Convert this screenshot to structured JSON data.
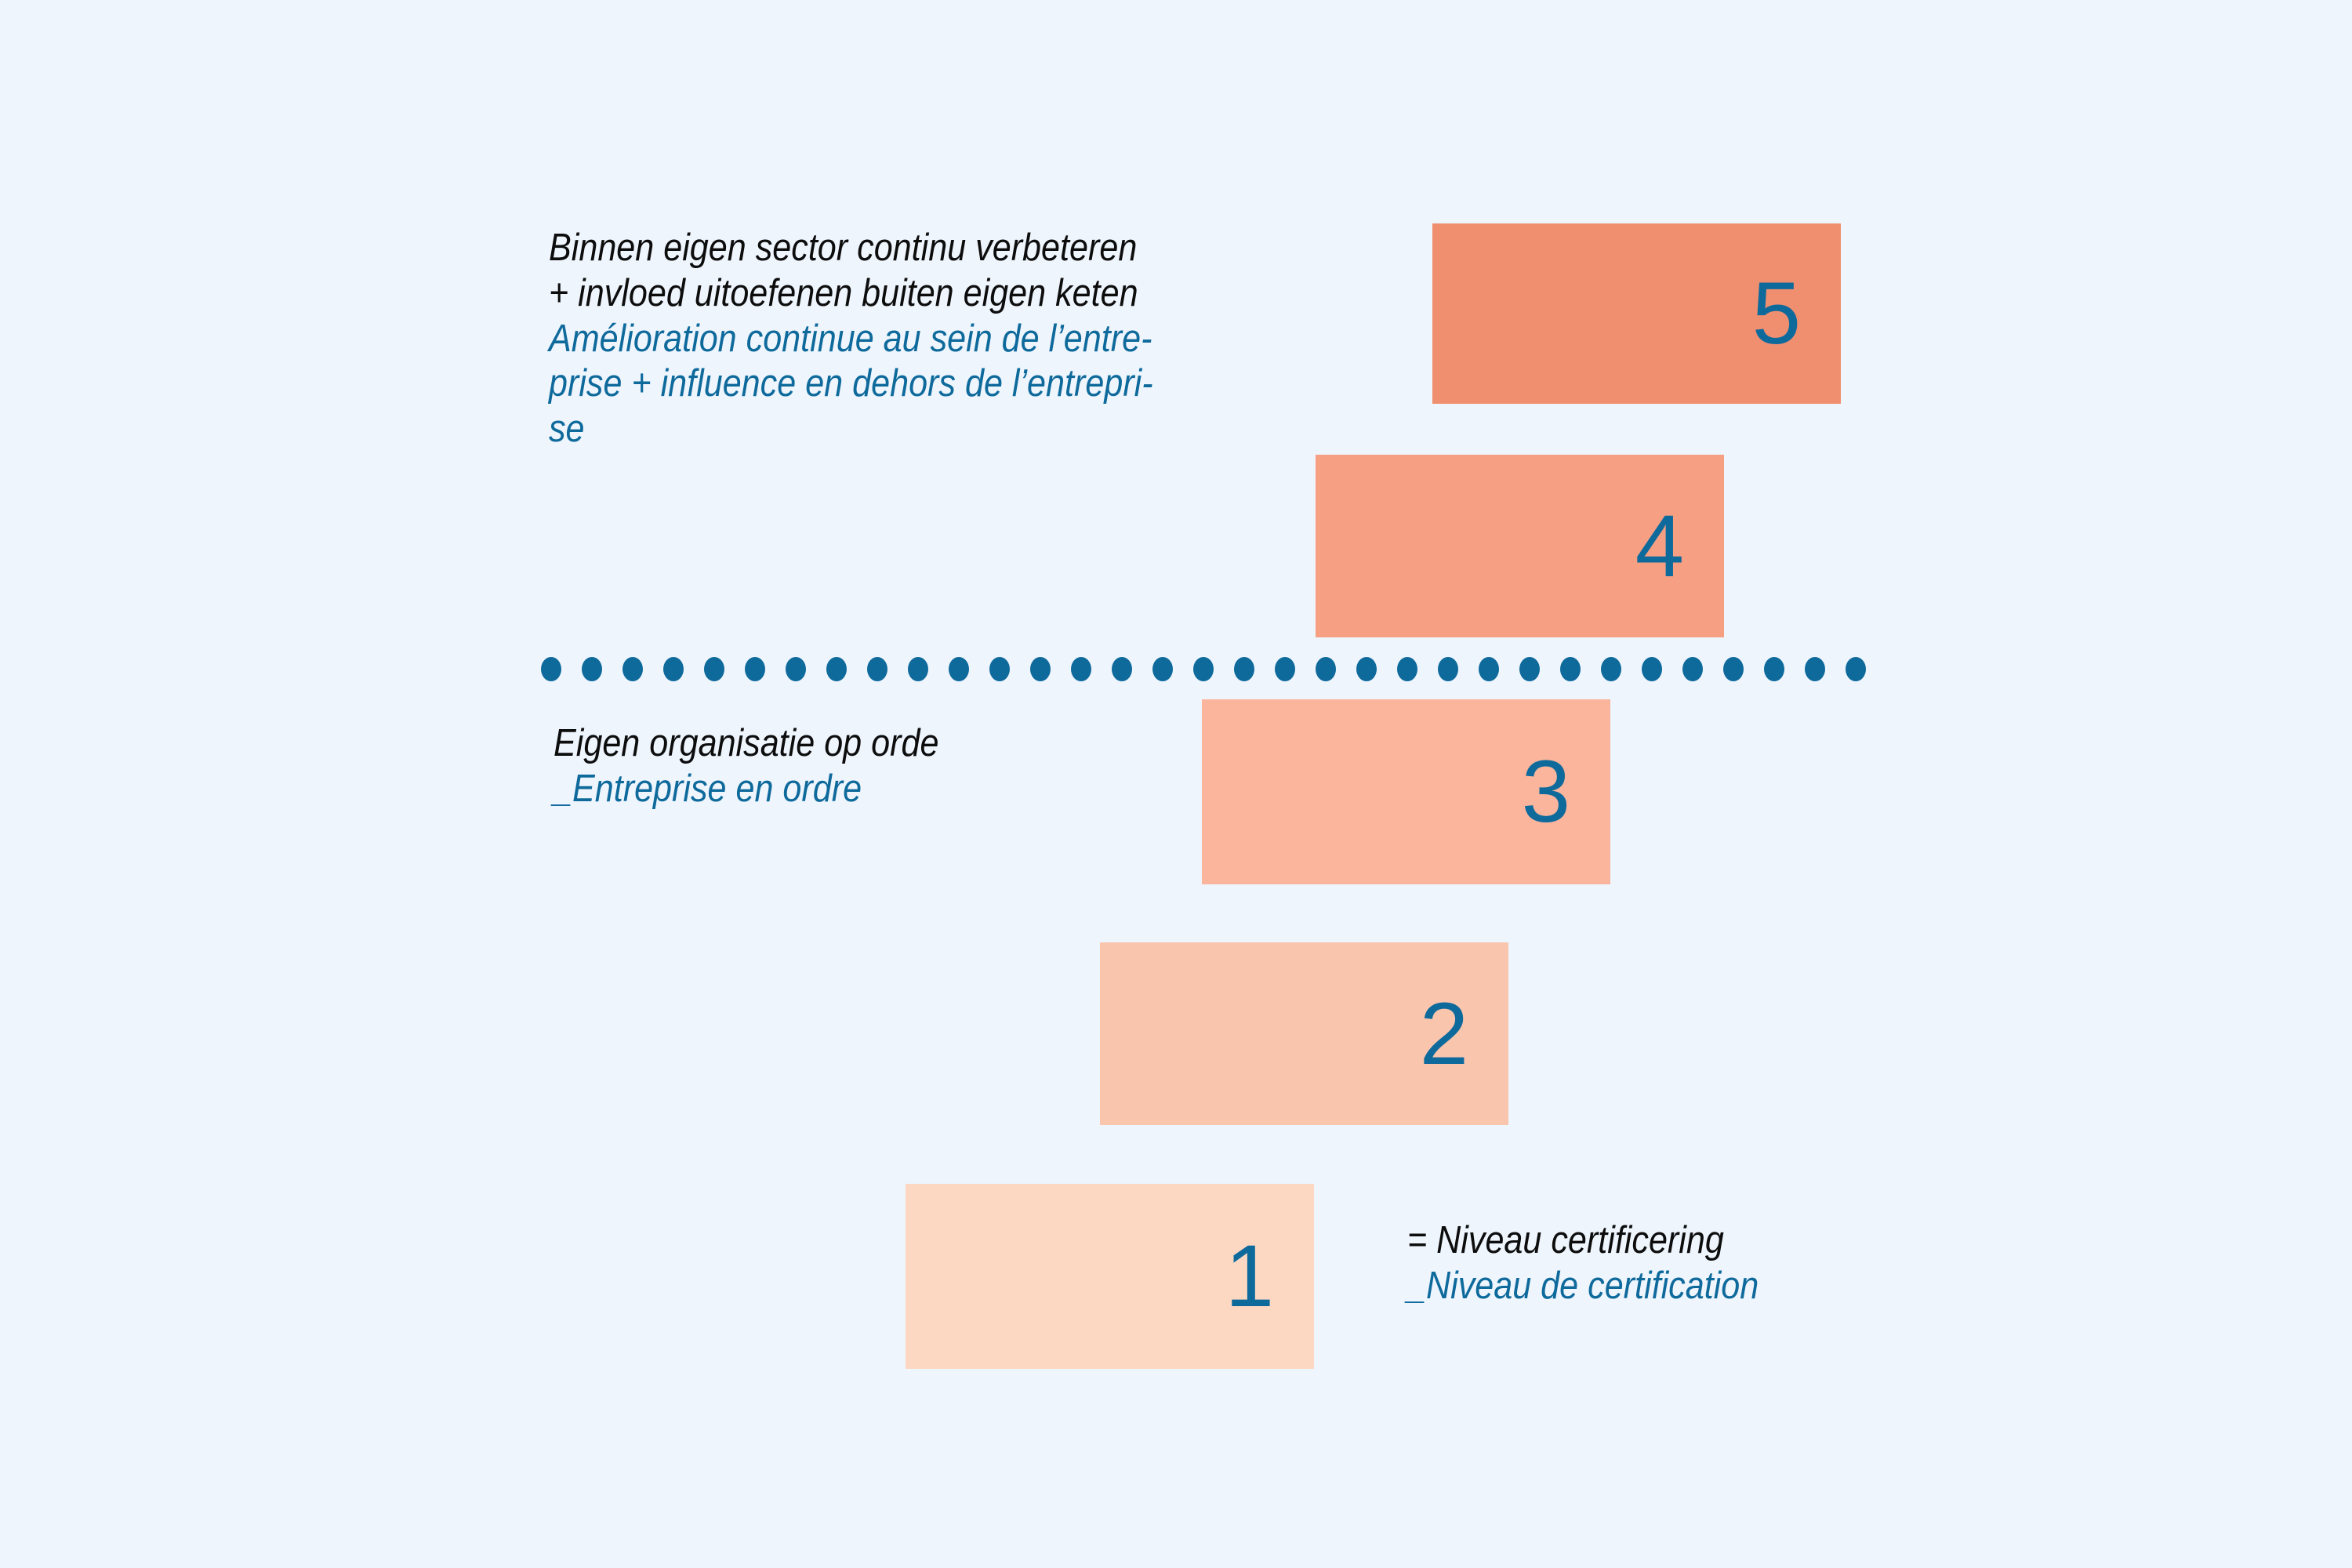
{
  "background_color": "#eef5fd",
  "accent_blue": "#0f6a9c",
  "text_black": "#0d0d0d",
  "chart_data": {
    "type": "bar",
    "title": "",
    "subtitle": "",
    "xlabel": "",
    "ylabel": "",
    "orientation": "ascending-staircase",
    "grid": false,
    "legend_position": "bottom-right",
    "categories": [
      "1",
      "2",
      "3",
      "4",
      "5"
    ],
    "values": [
      1,
      2,
      3,
      4,
      5
    ],
    "labels": [
      "1",
      "2",
      "3",
      "4",
      "5"
    ],
    "colors": [
      "#fcd8c2",
      "#f9c5ad",
      "#fab59c",
      "#f79f83",
      "#f08f6f"
    ],
    "annotations": [
      "Binnen eigen sector continu verbeteren + invloed uitoefenen buiten eigen keten",
      "Amélioration continue au sein de l’entreprise + influence en dehors de l’entreprise",
      "Eigen organisatie op orde",
      "_Entreprise en ordre",
      "= Niveau certificering",
      "_Niveau de certification"
    ]
  },
  "bars": [
    {
      "number": "1",
      "color": "#fcd8c2"
    },
    {
      "number": "2",
      "color": "#f9c5ad"
    },
    {
      "number": "3",
      "color": "#fab59c"
    },
    {
      "number": "4",
      "color": "#f79f83"
    },
    {
      "number": "5",
      "color": "#f08f6f"
    }
  ],
  "top_text": {
    "nl_line_1": "Binnen eigen sector continu verbeteren",
    "nl_line_2": "+ invloed uitoefenen buiten eigen keten",
    "fr_line_1": "Amélioration continue au sein de l’entre-",
    "fr_line_2": "prise + influence en dehors de l’entrepri-",
    "fr_line_3": "se"
  },
  "mid_text": {
    "nl_line_1": "Eigen organisatie op orde",
    "fr_line_1": "_Entreprise en ordre"
  },
  "legend_text": {
    "nl_line_1": "= Niveau certificering",
    "fr_line_1": "_Niveau de certification"
  },
  "divider": {
    "style": "dotted",
    "dot_count": 33,
    "dot_color": "#0f6a9c"
  }
}
